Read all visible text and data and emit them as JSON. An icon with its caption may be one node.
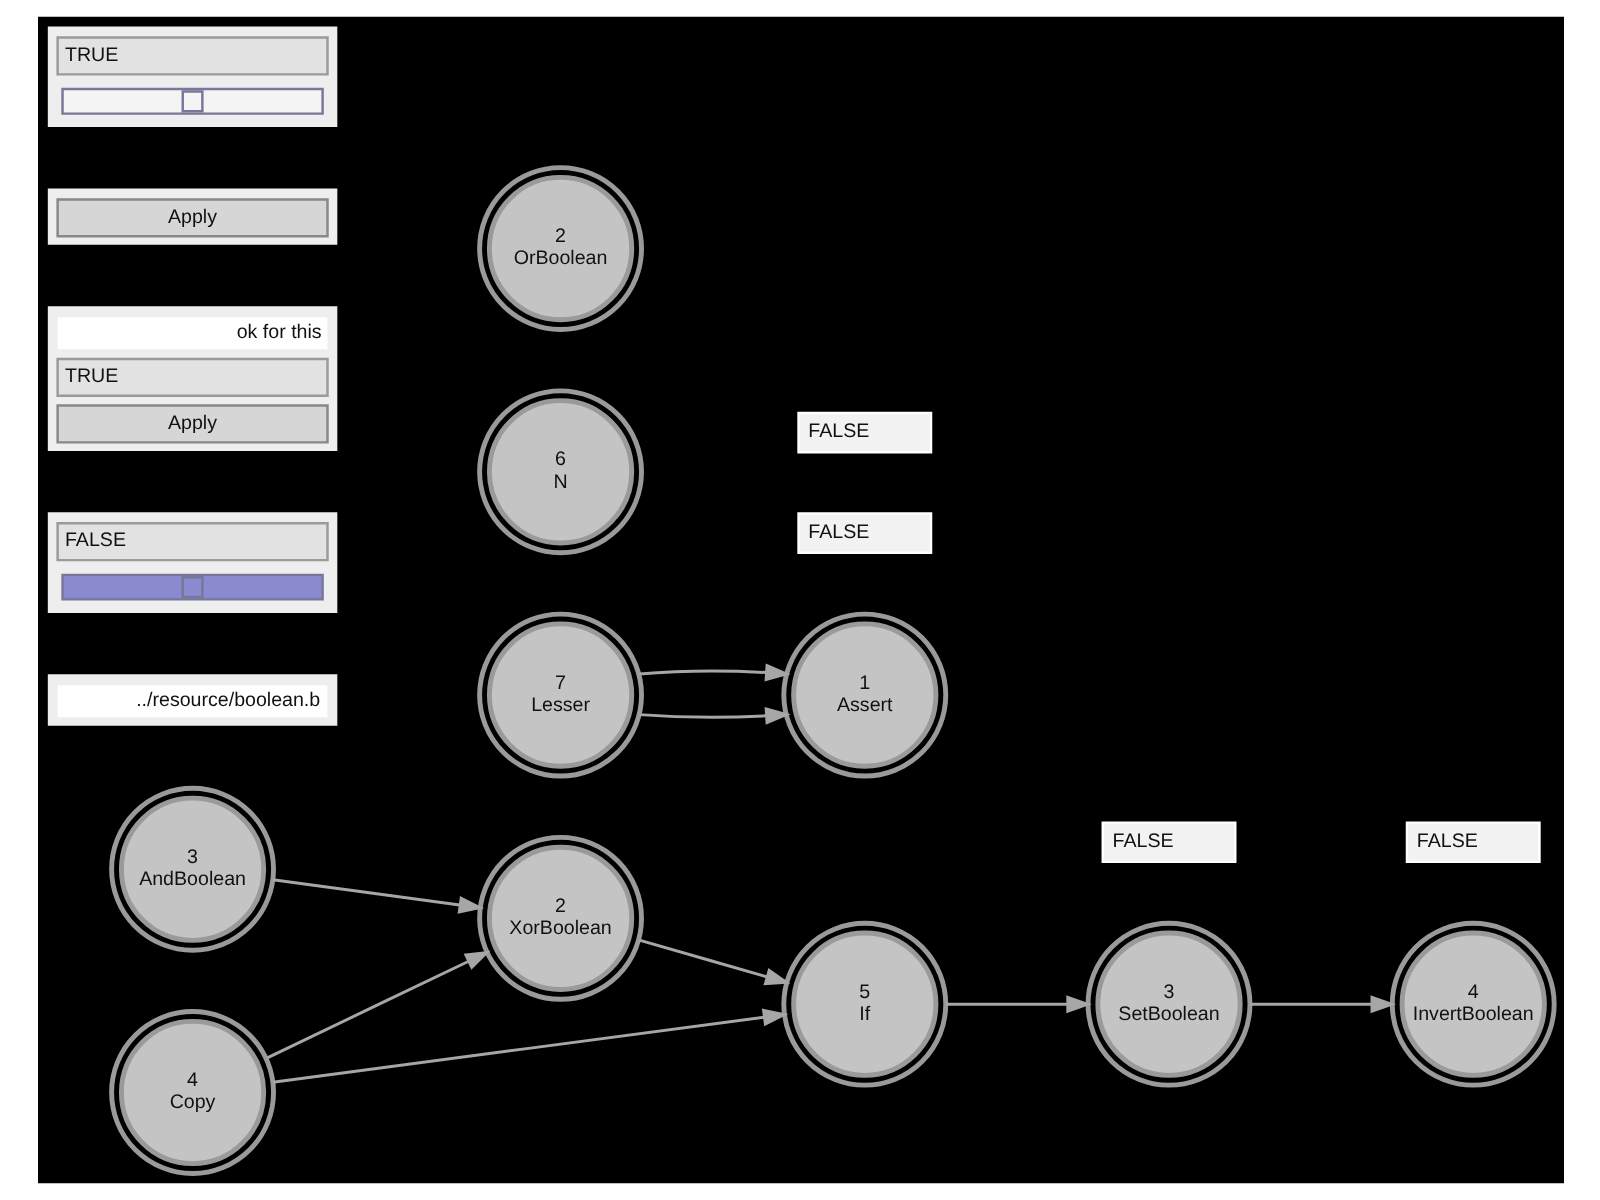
{
  "diagram": {
    "nodes": [
      {
        "text": [
          "4",
          "Copy"
        ]
      },
      {
        "text": [
          "5",
          "If"
        ]
      },
      {
        "text": [
          "3",
          "SetBoolean"
        ]
      },
      {
        "text": [
          "4",
          "InvertBoolean"
        ]
      },
      {
        "text": [
          "FALSE"
        ]
      },
      {
        "text": [
          "FALSE"
        ]
      },
      {
        "text": [
          "2",
          "XorBoolean"
        ]
      },
      {
        "text": [
          "../resource/boolean.b"
        ]
      },
      {
        "text": [
          "3",
          "AndBoolean"
        ]
      },
      {
        "text": [
          "FALSE"
        ]
      },
      {
        "text": [
          "1",
          "Assert"
        ]
      },
      {
        "text": [
          "7",
          "Lesser"
        ]
      },
      {
        "text": [
          "ok for this",
          "TRUE",
          "Apply"
        ]
      },
      {
        "text": [
          "6",
          "N"
        ]
      },
      {
        "text": [
          "Apply"
        ]
      },
      {
        "text": [
          "FALSE"
        ]
      },
      {
        "text": [
          "2",
          "OrBoolean"
        ]
      },
      {
        "text": [
          "TRUE"
        ]
      },
      {
        "text": [
          "FALSE"
        ]
      }
    ],
    "edges": [
      {
        "from": 0,
        "to": 1,
        "arrow": "to"
      },
      {
        "from": 0,
        "to": 6,
        "arrow": "to"
      },
      {
        "from": 8,
        "to": 6,
        "arrow": "to"
      },
      {
        "from": 6,
        "to": 1,
        "arrow": "to"
      },
      {
        "from": 1,
        "to": 2,
        "arrow": "to"
      },
      {
        "from": 2,
        "to": 3,
        "arrow": "to"
      },
      {
        "from": 11,
        "to": 10,
        "arrow": "to"
      },
      {
        "from": 11,
        "to": 10,
        "arrow": "to"
      }
    ]
  }
}
